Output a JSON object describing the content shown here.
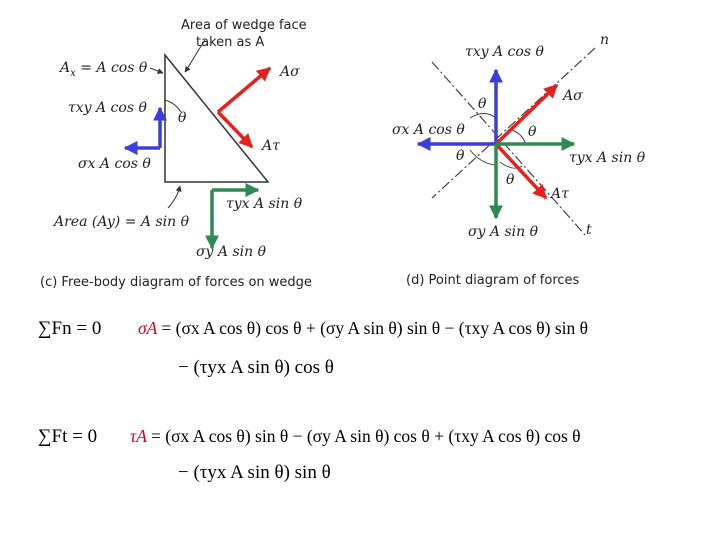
{
  "panel_c": {
    "area_face_line1": "Area of wedge face",
    "area_face_line2": "taken as A",
    "ax_label": "A",
    "ax_sub": "x",
    "ax_rest": " = A cos θ",
    "txy_A_cos": "τxy A cos θ",
    "sx_A_cos": "σx A cos θ",
    "theta": "θ",
    "A_sigma": "Aσ",
    "A_tau": "Aτ",
    "tyx_A_sin": "τyx A sin θ",
    "area_ay": "Area (Ay) = A sin θ",
    "sy_A_sin": "σy A sin θ",
    "caption": "(c) Free-body diagram of forces on wedge"
  },
  "panel_d": {
    "txy_A_cos": "τxy A cos θ",
    "n_label": "n",
    "A_sigma": "Aσ",
    "sx_A_cos": "σx A cos θ",
    "theta": "θ",
    "tyx_A_sin": "τyx A sin θ",
    "A_tau": "Aτ",
    "sy_A_sin": "σy A sin θ",
    "t_label": "t",
    "caption": "(d) Point diagram of forces"
  },
  "equations": {
    "sum_fn": "∑Fn = 0",
    "eq1_line1": "σA = (σx A cos θ) cos θ + (σy A sin θ) sin θ − (τxy A cos θ) sin θ",
    "eq1_line2": "− (τyx A sin θ) cos θ",
    "sum_ft": "∑Ft = 0",
    "eq2_line1": "τA = (σx A cos θ) sin θ − (σy A sin θ) cos θ + (τxy A cos θ) cos θ",
    "eq2_line2": "− (τyx A sin θ) sin θ"
  },
  "colors": {
    "red_arrow": "#e8201c",
    "blue_arrow": "#3b3fd9",
    "green_arrow": "#2e8a52",
    "equation_accent": "#e0001b"
  }
}
